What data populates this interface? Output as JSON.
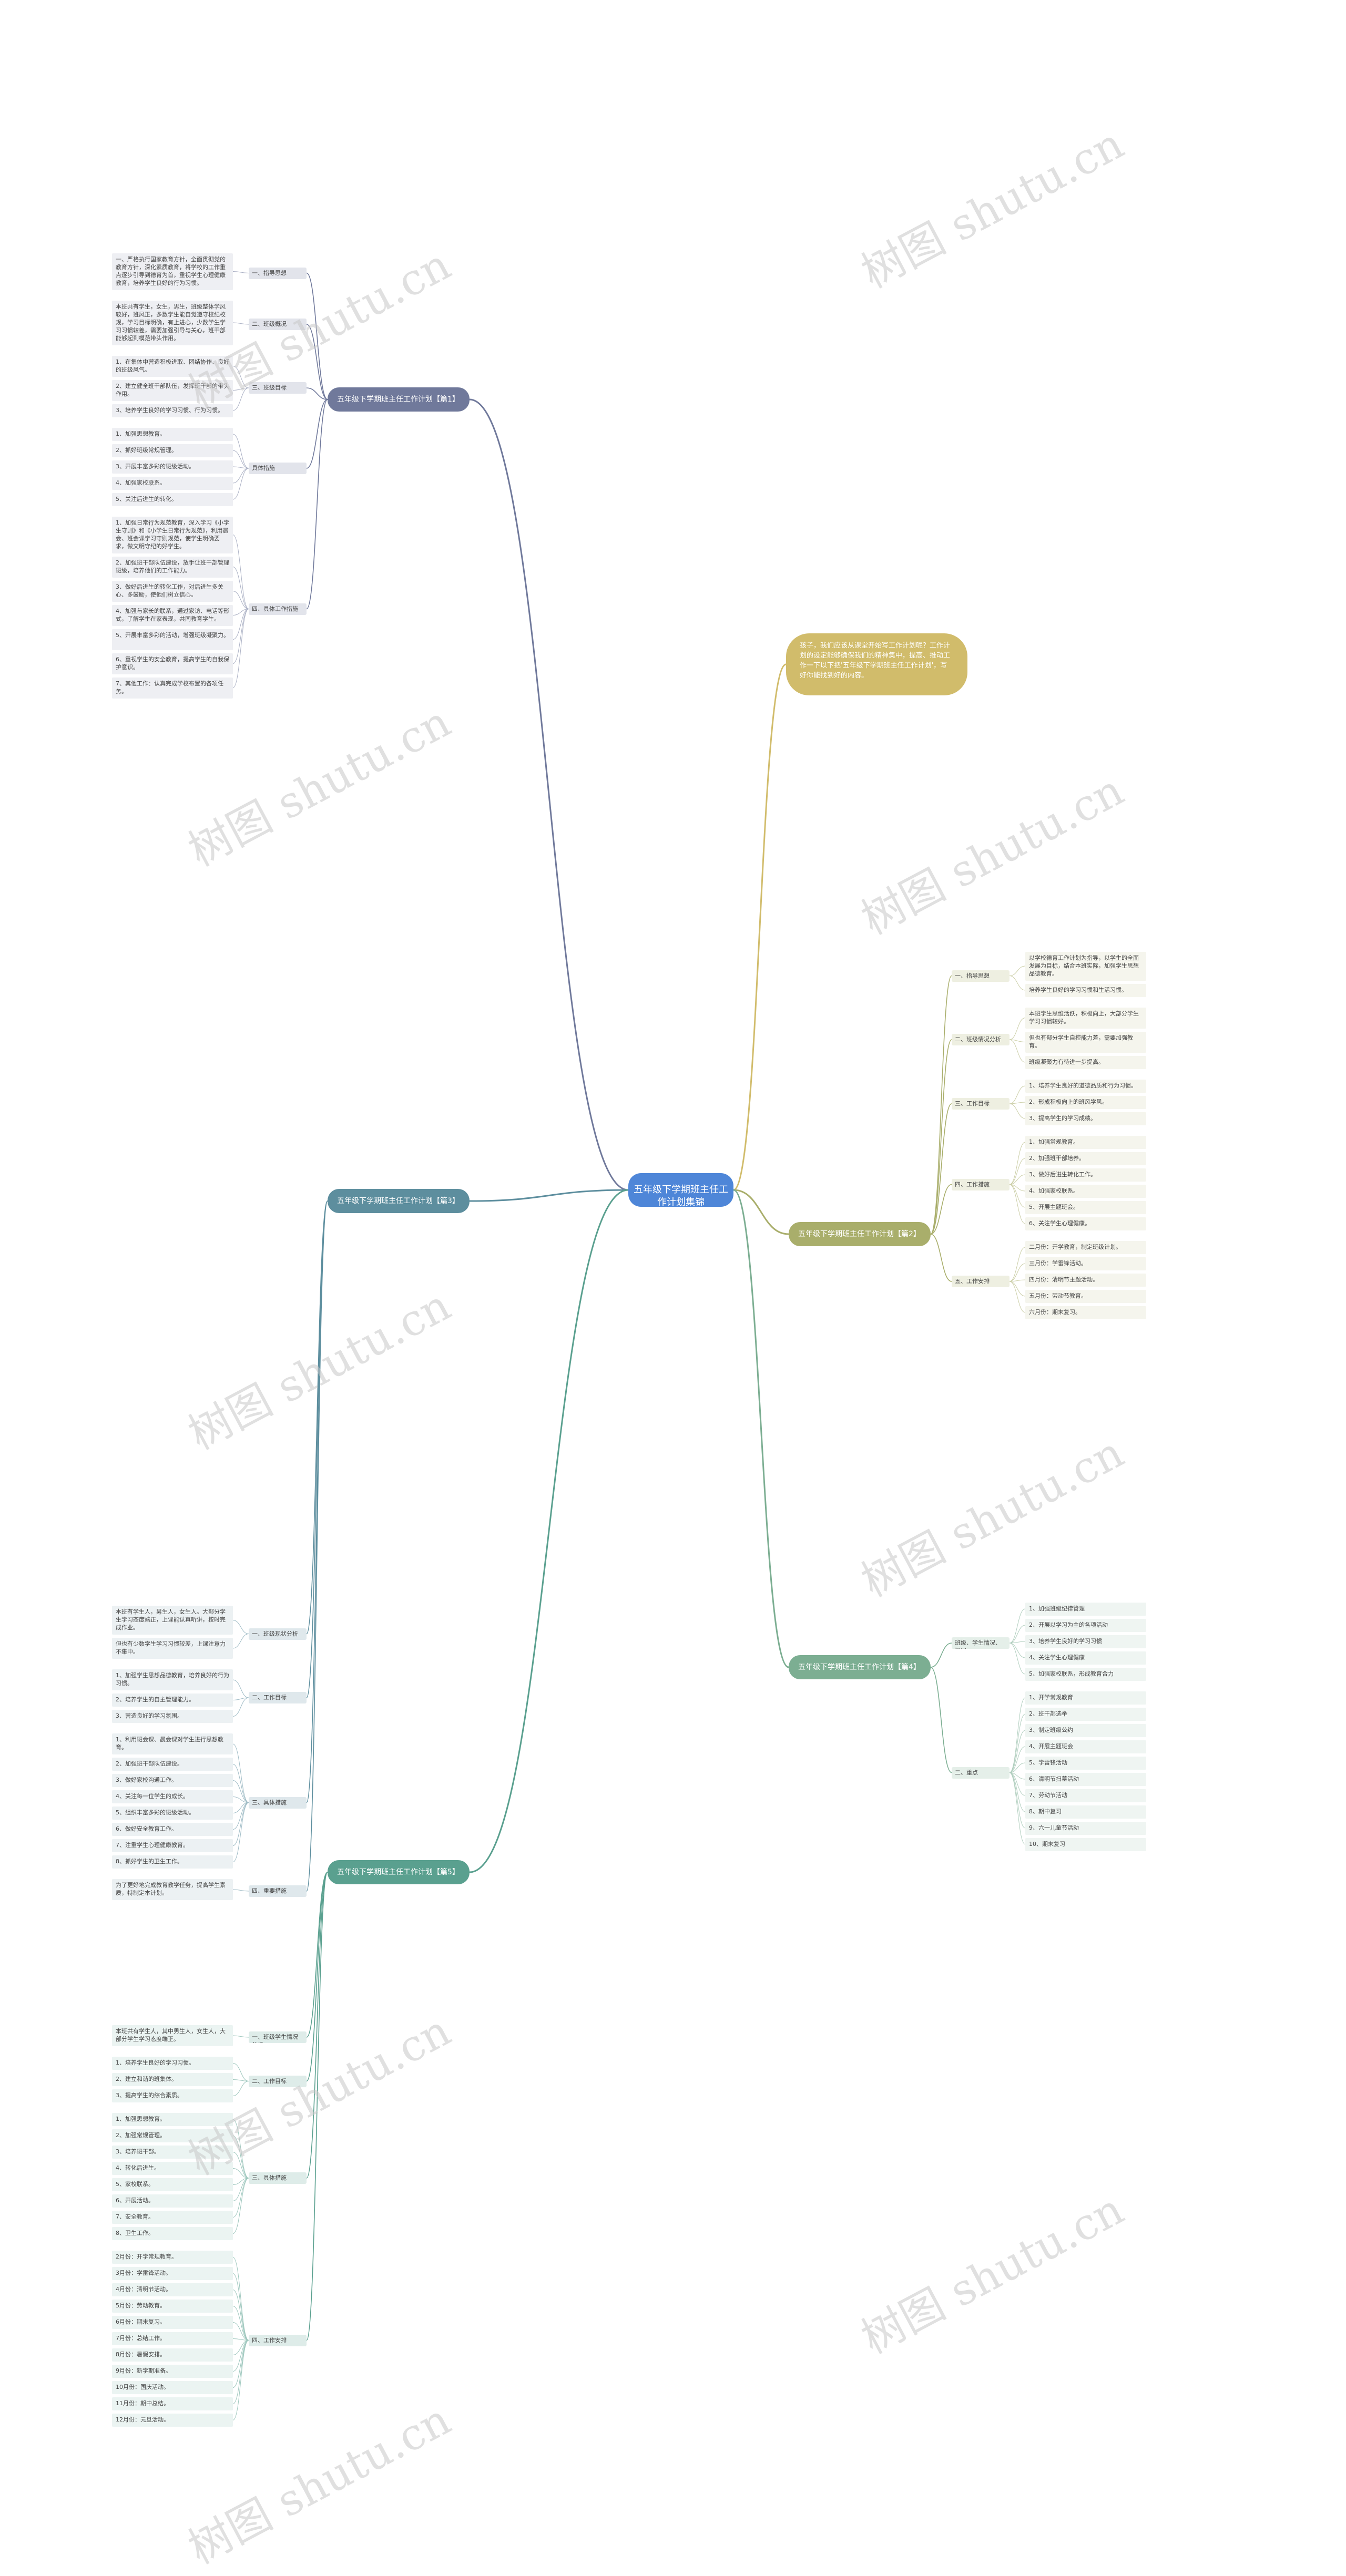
{
  "root": {
    "title": "五年级下学期班主任工作计划集锦"
  },
  "intro": {
    "text": "孩子，我们应该从课堂开始写工作计划呢？工作计划的设定能够确保我们的精神集中，提高、推动工作一下以下把'五年级下学期班主任工作计划'，写好你能找到好的内容。"
  },
  "watermark": "树图 shutu.cn",
  "branches": [
    {
      "title": "五年级下学期班主任工作计划【篇1】",
      "color": "#70799b",
      "groups": [
        {
          "label": "一、指导思想",
          "items": [
            "一、严格执行国家教育方针，全面贯彻党的教育方针，深化素质教育，将学校的工作重点逐步引导到德育为首，重视学生心理健康教育，培养学生良好的行为习惯。"
          ]
        },
        {
          "label": "二、班级概况",
          "items": [
            "本班共有学生，女生，男生，班级整体学风较好，班风正，多数学生能自觉遵守校纪校规，学习目标明确，有上进心，少数学生学习习惯较差，需要加强引导与关心，班干部能够起到模范带头作用。"
          ]
        },
        {
          "label": "三、班级目标",
          "items": [
            "1、在集体中营造积极进取、团结协作、良好的班级风气。",
            "2、建立健全班干部队伍，发挥班干部的带头作用。",
            "3、培养学生良好的学习习惯、行为习惯。"
          ]
        },
        {
          "label": "具体措施",
          "items": [
            "1、加强思想教育。",
            "2、抓好班级常规管理。",
            "3、开展丰富多彩的班级活动。",
            "4、加强家校联系。",
            "5、关注后进生的转化。"
          ]
        },
        {
          "label": "四、具体工作措施",
          "items": [
            "1、加强日常行为规范教育，深入学习《小学生守则》和《小学生日常行为规范》，利用晨会、班会课学习守则规范，使学生明确要求，做文明守纪的好学生。",
            "2、加强班干部队伍建设，放手让班干部管理班级，培养他们的工作能力。",
            "3、做好后进生的转化工作，对后进生多关心、多鼓励，使他们树立信心。",
            "4、加强与家长的联系，通过家访、电话等形式，了解学生在家表现，共同教育学生。",
            "5、开展丰富多彩的活动，增强班级凝聚力。",
            "6、重视学生的安全教育，提高学生的自我保护意识。",
            "7、其他工作：认真完成学校布置的各项任务。"
          ]
        }
      ]
    },
    {
      "title": "五年级下学期班主任工作计划【篇2】",
      "color": "#a9ae6b",
      "groups": [
        {
          "label": "一、指导思想",
          "items": [
            "以学校德育工作计划为指导，以学生的全面发展为目标，结合本班实际，加强学生思想品德教育。",
            "培养学生良好的学习习惯和生活习惯。"
          ]
        },
        {
          "label": "二、班级情况分析",
          "items": [
            "本班学生思维活跃，积极向上，大部分学生学习习惯较好。",
            "但也有部分学生自控能力差，需要加强教育。",
            "班级凝聚力有待进一步提高。"
          ]
        },
        {
          "label": "三、工作目标",
          "items": [
            "1、培养学生良好的道德品质和行为习惯。",
            "2、形成积极向上的班风学风。",
            "3、提高学生的学习成绩。"
          ]
        },
        {
          "label": "四、工作措施",
          "items": [
            "1、加强常规教育。",
            "2、加强班干部培养。",
            "3、做好后进生转化工作。",
            "4、加强家校联系。",
            "5、开展主题班会。",
            "6、关注学生心理健康。"
          ]
        },
        {
          "label": "五、工作安排",
          "items": [
            "二月份：开学教育，制定班级计划。",
            "三月份：学雷锋活动。",
            "四月份：清明节主题活动。",
            "五月份：劳动节教育。",
            "六月份：期末复习。"
          ]
        }
      ]
    },
    {
      "title": "五年级下学期班主任工作计划【篇3】",
      "color": "#5d8e9e",
      "groups": [
        {
          "label": "一、班级现状分析",
          "items": [
            "本班有学生人，男生人，女生人。大部分学生学习态度端正，上课能认真听讲，按时完成作业。",
            "但也有少数学生学习习惯较差，上课注意力不集中。"
          ]
        },
        {
          "label": "二、工作目标",
          "items": [
            "1、加强学生思想品德教育，培养良好的行为习惯。",
            "2、培养学生的自主管理能力。",
            "3、营造良好的学习氛围。"
          ]
        },
        {
          "label": "三、具体措施",
          "items": [
            "1、利用班会课、晨会课对学生进行思想教育。",
            "2、加强班干部队伍建设。",
            "3、做好家校沟通工作。",
            "4、关注每一位学生的成长。",
            "5、组织丰富多彩的班级活动。",
            "6、做好安全教育工作。",
            "7、注重学生心理健康教育。",
            "8、抓好学生的卫生工作。"
          ]
        },
        {
          "label": "四、重要措施",
          "items": [
            "为了更好地完成教育教学任务，提高学生素质，特制定本计划。"
          ]
        }
      ]
    },
    {
      "title": "五年级下学期班主任工作计划【篇4】",
      "color": "#7cae92",
      "groups": [
        {
          "label": "班级、学生情况、概况",
          "items": [
            "1、加强班级纪律管理",
            "2、开展以学习为主的各项活动",
            "3、培养学生良好的学习习惯",
            "4、关注学生心理健康",
            "5、加强家校联系，形成教育合力"
          ]
        },
        {
          "label": "二、重点",
          "items": [
            "1、开学常规教育",
            "2、班干部选举",
            "3、制定班级公约",
            "4、开展主题班会",
            "5、学雷锋活动",
            "6、清明节扫墓活动",
            "7、劳动节活动",
            "8、期中复习",
            "9、六一儿童节活动",
            "10、期末复习"
          ]
        }
      ]
    },
    {
      "title": "五年级下学期班主任工作计划【篇5】",
      "color": "#5aa08f",
      "groups": [
        {
          "label": "一、班级学生情况分析",
          "items": [
            "本班共有学生人，其中男生人，女生人，大部分学生学习态度端正。"
          ]
        },
        {
          "label": "二、工作目标",
          "items": [
            "1、培养学生良好的学习习惯。",
            "2、建立和谐的班集体。",
            "3、提高学生的综合素质。"
          ]
        },
        {
          "label": "三、具体措施",
          "items": [
            "1、加强思想教育。",
            "2、加强常规管理。",
            "3、培养班干部。",
            "4、转化后进生。",
            "5、家校联系。",
            "6、开展活动。",
            "7、安全教育。",
            "8、卫生工作。"
          ]
        },
        {
          "label": "四、工作安排",
          "items": [
            "2月份：开学常规教育。",
            "3月份：学雷锋活动。",
            "4月份：清明节活动。",
            "5月份：劳动教育。",
            "6月份：期末复习。",
            "7月份：总结工作。",
            "8月份：暑假安排。",
            "9月份：新学期准备。",
            "10月份：国庆活动。",
            "11月份：期中总结。",
            "12月份：元旦活动。"
          ]
        }
      ]
    }
  ]
}
